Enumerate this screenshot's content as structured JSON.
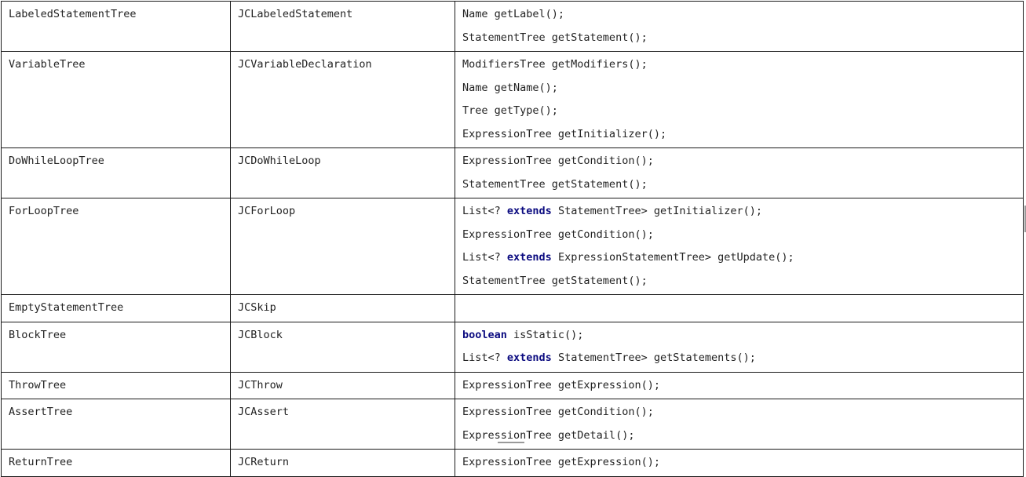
{
  "rows": [
    {
      "iface": "LabeledStatementTree",
      "impl": "JCLabeledStatement",
      "methods": [
        "Name getLabel();",
        "StatementTree getStatement();"
      ]
    },
    {
      "iface": "VariableTree",
      "impl": "JCVariableDeclaration",
      "methods": [
        "ModifiersTree getModifiers();",
        "Name getName();",
        "Tree getType();",
        "ExpressionTree getInitializer();"
      ]
    },
    {
      "iface": "DoWhileLoopTree",
      "impl": "JCDoWhileLoop",
      "methods": [
        "ExpressionTree getCondition();",
        "StatementTree getStatement();"
      ]
    },
    {
      "iface": "ForLoopTree",
      "impl": "JCForLoop",
      "methods": [
        {
          "pre": "List<? ",
          "kw": "extends",
          "post": " StatementTree> getInitializer();"
        },
        "ExpressionTree getCondition();",
        {
          "pre": "List<? ",
          "kw": "extends",
          "post": " ExpressionStatementTree> getUpdate();"
        },
        "StatementTree getStatement();"
      ]
    },
    {
      "iface": "EmptyStatementTree",
      "impl": "JCSkip",
      "methods": []
    },
    {
      "iface": "BlockTree",
      "impl": "JCBlock",
      "methods": [
        {
          "pre": "",
          "kw": "boolean",
          "post": " isStatic();"
        },
        {
          "pre": "List<? ",
          "kw": "extends",
          "post": " StatementTree> getStatements();"
        }
      ]
    },
    {
      "iface": "ThrowTree",
      "impl": "JCThrow",
      "methods": [
        "ExpressionTree getExpression();"
      ]
    },
    {
      "iface": "AssertTree",
      "impl": "JCAssert",
      "methods": [
        "ExpressionTree getCondition();",
        "ExpressionTree getDetail();"
      ]
    },
    {
      "iface": "ReturnTree",
      "impl": "JCReturn",
      "methods": [
        "ExpressionTree getExpression();"
      ]
    }
  ],
  "keyword_color": "#0b0b80"
}
